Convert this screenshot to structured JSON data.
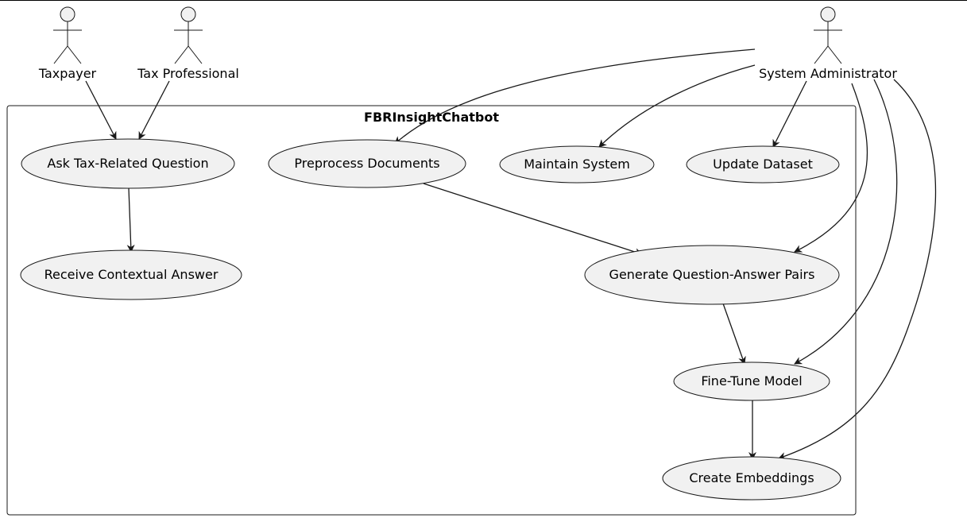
{
  "diagram": {
    "system_title": "FBRInsightChatbot",
    "actors": [
      {
        "id": "taxpayer",
        "label": "Taxpayer"
      },
      {
        "id": "tax-professional",
        "label": "Tax Professional"
      },
      {
        "id": "system-administrator",
        "label": "System Administrator"
      }
    ],
    "use_cases": [
      {
        "id": "ask-question",
        "label": "Ask Tax-Related Question"
      },
      {
        "id": "preprocess",
        "label": "Preprocess Documents"
      },
      {
        "id": "maintain",
        "label": "Maintain System"
      },
      {
        "id": "update-dataset",
        "label": "Update Dataset"
      },
      {
        "id": "receive-answer",
        "label": "Receive Contextual Answer"
      },
      {
        "id": "generate-qa",
        "label": "Generate Question-Answer Pairs"
      },
      {
        "id": "fine-tune",
        "label": "Fine-Tune Model"
      },
      {
        "id": "embeddings",
        "label": "Create Embeddings"
      }
    ],
    "relations": [
      {
        "from": "taxpayer",
        "to": "ask-question"
      },
      {
        "from": "tax-professional",
        "to": "ask-question"
      },
      {
        "from": "ask-question",
        "to": "receive-answer"
      },
      {
        "from": "system-administrator",
        "to": "preprocess"
      },
      {
        "from": "system-administrator",
        "to": "maintain"
      },
      {
        "from": "system-administrator",
        "to": "update-dataset"
      },
      {
        "from": "system-administrator",
        "to": "generate-qa"
      },
      {
        "from": "system-administrator",
        "to": "fine-tune"
      },
      {
        "from": "system-administrator",
        "to": "embeddings"
      },
      {
        "from": "preprocess",
        "to": "generate-qa"
      },
      {
        "from": "generate-qa",
        "to": "fine-tune"
      },
      {
        "from": "fine-tune",
        "to": "embeddings"
      }
    ],
    "colors": {
      "node_fill": "#f1f1f1",
      "node_stroke": "#181818",
      "line": "#181818",
      "actor_stroke": "#181818"
    }
  }
}
